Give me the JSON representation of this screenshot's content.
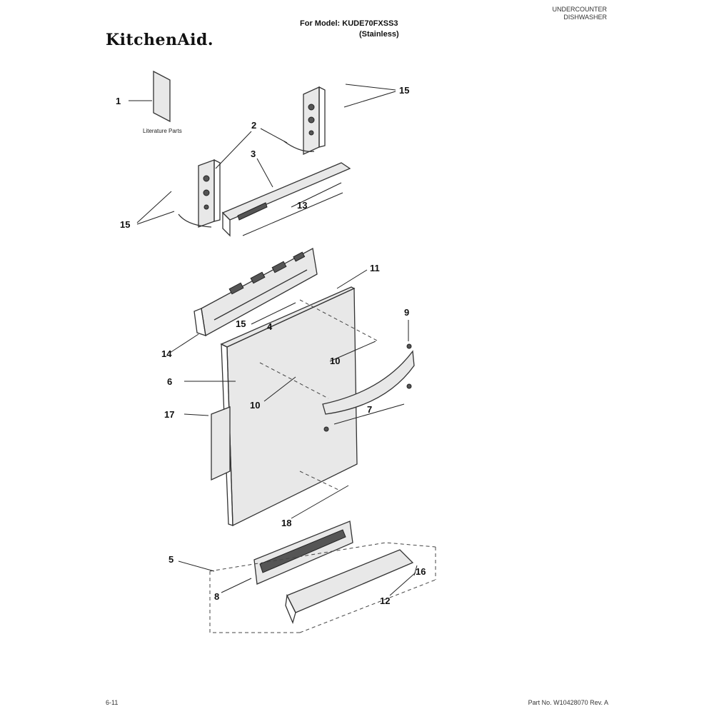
{
  "header": {
    "model_line": "For Model: KUDE70FXSS3",
    "finish": "(Stainless)",
    "category_line1": "UNDERCOUNTER",
    "category_line2": "DISHWASHER"
  },
  "brand": {
    "logo_text": "KitchenAid."
  },
  "callouts": {
    "c1": "1",
    "c2": "2",
    "c3": "3",
    "c4": "4",
    "c5": "5",
    "c6": "6",
    "c7": "7",
    "c8": "8",
    "c9": "9",
    "c10a": "10",
    "c10b": "10",
    "c11": "11",
    "c12": "12",
    "c13": "13",
    "c14": "14",
    "c15a": "15",
    "c15b": "15",
    "c15c": "15",
    "c16": "16",
    "c17": "17",
    "c18": "18"
  },
  "notes": {
    "literature": "Literature Parts"
  },
  "footer": {
    "page": "6-11",
    "part_no": "Part No. W10428070 Rev. A"
  }
}
